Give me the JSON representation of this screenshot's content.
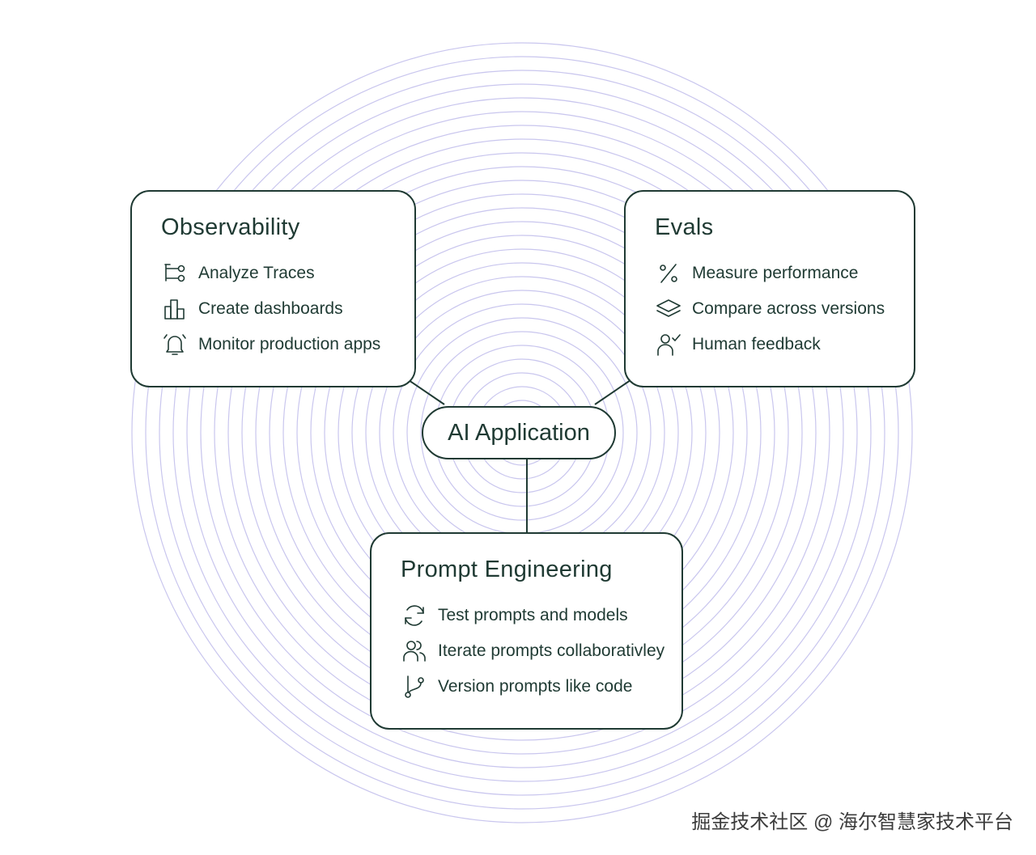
{
  "center": {
    "label": "AI Application"
  },
  "cards": {
    "observability": {
      "title": "Observability",
      "items": [
        {
          "label": "Analyze Traces",
          "icon": "trace-tree-icon"
        },
        {
          "label": "Create dashboards",
          "icon": "bar-chart-icon"
        },
        {
          "label": "Monitor production apps",
          "icon": "alarm-bell-icon"
        }
      ]
    },
    "evals": {
      "title": "Evals",
      "items": [
        {
          "label": "Measure performance",
          "icon": "percent-icon"
        },
        {
          "label": "Compare across versions",
          "icon": "layers-icon"
        },
        {
          "label": "Human feedback",
          "icon": "user-check-icon"
        }
      ]
    },
    "prompt": {
      "title": "Prompt Engineering",
      "items": [
        {
          "label": "Test prompts and models",
          "icon": "refresh-icon"
        },
        {
          "label": "Iterate prompts collaborativley",
          "icon": "users-icon"
        },
        {
          "label": "Version prompts like code",
          "icon": "git-branch-icon"
        }
      ]
    }
  },
  "watermark": "掘金技术社区 @ 海尔智慧家技术平台",
  "colors": {
    "ink": "#1f3a33",
    "rings": "#c9c6ee",
    "background": "#ffffff"
  }
}
